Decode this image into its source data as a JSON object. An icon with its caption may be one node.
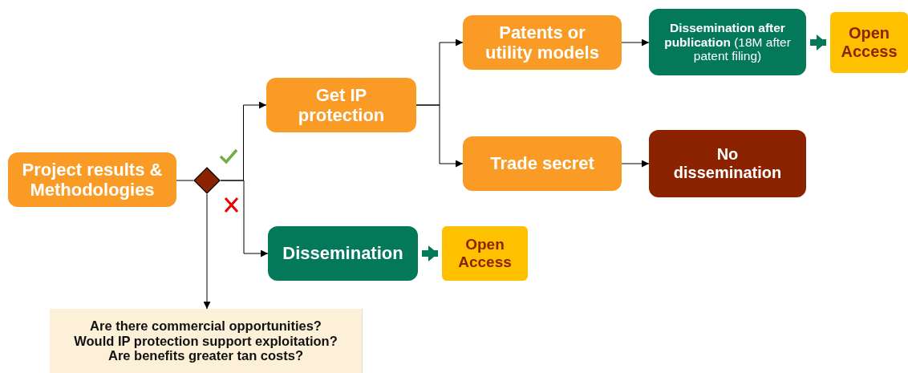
{
  "diagram": {
    "nodes": [
      {
        "text": [
          "Project results & Methodologies"
        ]
      },
      {
        "text": [],
        "shape": "diamond"
      },
      {
        "text": [
          "Get IP protection"
        ]
      },
      {
        "text": [
          "Patents or utility models"
        ]
      },
      {
        "text": [
          "**Dissemination after publication** (18M after patent filing)"
        ]
      },
      {
        "text": [
          "Open Access"
        ]
      },
      {
        "text": [
          "Trade secret"
        ]
      },
      {
        "text": [
          "No dissemination"
        ]
      },
      {
        "text": [
          "Dissemination"
        ]
      },
      {
        "text": [
          "Open Access"
        ]
      },
      {
        "text": [
          "Are there commercial opportunities?",
          "Would IP protection support exploitation?",
          "Are benefits greater tan costs?"
        ]
      }
    ],
    "edges": [
      {
        "from": 0,
        "to": 1,
        "arrow": "none"
      },
      {
        "from": 1,
        "to": 2,
        "arrow": "to"
      },
      {
        "from": 1,
        "to": 8,
        "arrow": "to"
      },
      {
        "from": 1,
        "to": 10,
        "arrow": "to"
      },
      {
        "from": 2,
        "to": 3,
        "arrow": "to"
      },
      {
        "from": 2,
        "to": 6,
        "arrow": "to"
      },
      {
        "from": 3,
        "to": 4,
        "arrow": "to"
      },
      {
        "from": 6,
        "to": 7,
        "arrow": "to"
      },
      {
        "from": 4,
        "to": 5,
        "arrow": "to",
        "style": "thick",
        "color": "#03795a"
      },
      {
        "from": 8,
        "to": 9,
        "arrow": "to",
        "style": "thick",
        "color": "#03795a"
      }
    ]
  }
}
